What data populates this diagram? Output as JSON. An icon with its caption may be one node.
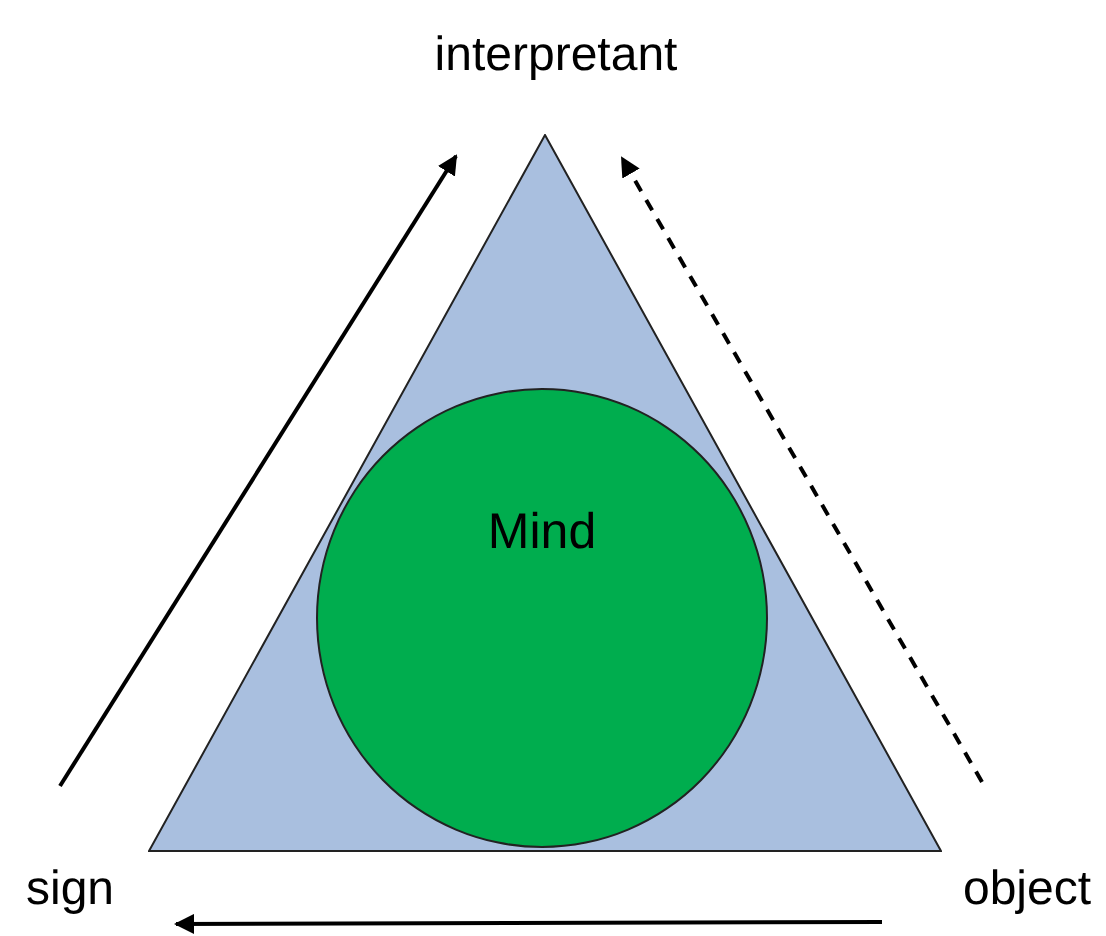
{
  "diagram": {
    "nodes": [
      {
        "text": [
          "interpretant"
        ]
      },
      {
        "text": [
          "sign"
        ]
      },
      {
        "text": [
          "object"
        ]
      },
      {
        "text": [],
        "shape": "triangle"
      },
      {
        "text": [
          "Mind"
        ],
        "in": 3
      }
    ],
    "edges": [
      {
        "from": 1,
        "to": 0,
        "arrow": "to"
      },
      {
        "from": 2,
        "to": 0,
        "arrow": "to",
        "style": "dashed"
      },
      {
        "from": 2,
        "to": 1,
        "arrow": "to"
      }
    ]
  }
}
